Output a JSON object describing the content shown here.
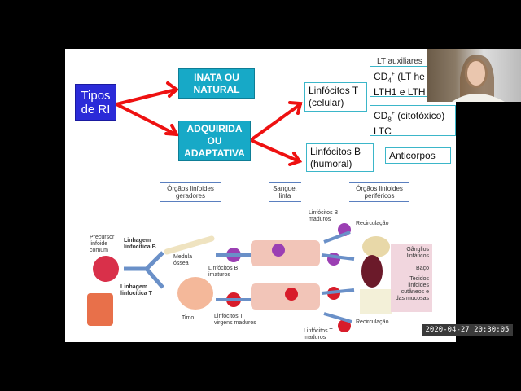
{
  "slide": {
    "tipos": "Tipos de RI",
    "inata": "INATA OU NATURAL",
    "adquirida": "ADQUIRIDA OU ADAPTATIVA",
    "linf_t": [
      "Linfócitos T",
      "(celular)"
    ],
    "linf_b": [
      "Linfócitos B",
      "(humoral)"
    ],
    "lt_aux": "LT auxiliares",
    "cd4": [
      "CD",
      "4",
      "+",
      " (LT he"
    ],
    "cd4_line2": "LTH1 e LTH",
    "cd8": [
      "CD",
      "8",
      "+",
      " (citotóxico)"
    ],
    "cd8_line2": "LTC",
    "anticorpos": "Anticorpos",
    "arrow_color": "#ee1111"
  },
  "figure": {
    "headers": [
      "Órgãos linfoides geradores",
      "Sangue, linfa",
      "Órgãos linfoides periféricos"
    ],
    "labels": {
      "precursor": "Precursor linfoide comum",
      "linhagem_b": "Linhagem linfocítica B",
      "linhagem_t": "Linhagem linfocítica T",
      "medula": "Medula óssea",
      "timo": "Timo",
      "b_imaturos": "Linfócitos B imaturos",
      "t_virgens": "Linfócitos T virgens maduros",
      "b_maduros": "Linfócitos B maduros",
      "t_maduros": "Linfócitos T maduros",
      "recirc1": "Recirculação",
      "recirc2": "Recirculação",
      "ganglios": "Gânglios linfáticos",
      "baco": "Baço",
      "tecidos": "Tecidos linfoides cutâneos e das mucosas"
    }
  },
  "timestamp": "2020-04-27 20:30:05"
}
